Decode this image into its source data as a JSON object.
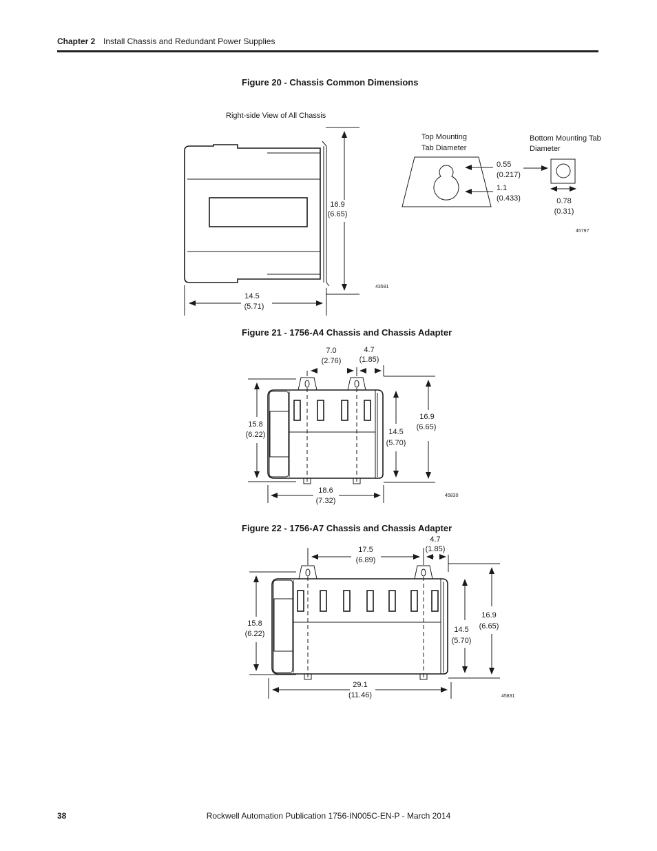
{
  "header": {
    "chapter": "Chapter 2",
    "title": "Install Chassis and Redundant Power Supplies"
  },
  "figure20": {
    "caption": "Figure 20 - Chassis Common Dimensions",
    "side_view_label": "Right-side View of All Chassis",
    "height_mm": "16.9",
    "height_in": "(6.65)",
    "depth_mm": "14.5",
    "depth_in": "(5.71)",
    "code1": "43591",
    "top_tab_label_line1": "Top Mounting",
    "top_tab_label_line2": "Tab Diameter",
    "bottom_tab_label_line1": "Bottom Mounting Tab",
    "bottom_tab_label_line2": "Diameter",
    "small_mm": "0.55",
    "small_in": "(0.217)",
    "large_mm": "1.1",
    "large_in": "(0.433)",
    "bottom_mm": "0.78",
    "bottom_in": "(0.31)",
    "code2": "45797"
  },
  "figure21": {
    "caption": "Figure 21 - 1756-A4 Chassis and Chassis Adapter",
    "spacing_mm": "7.0",
    "spacing_in": "(2.76)",
    "edge_mm": "4.7",
    "edge_in": "(1.85)",
    "height_mm": "15.8",
    "height_in": "(6.22)",
    "inner_mm": "14.5",
    "inner_in": "(5.70)",
    "overall_mm": "16.9",
    "overall_in": "(6.65)",
    "width_mm": "18.6",
    "width_in": "(7.32)",
    "code": "45830"
  },
  "figure22": {
    "caption": "Figure 22 - 1756-A7 Chassis and Chassis Adapter",
    "spacing_mm": "17.5",
    "spacing_in": "(6.89)",
    "edge_mm": "4.7",
    "edge_in": "(1.85)",
    "height_mm": "15.8",
    "height_in": "(6.22)",
    "inner_mm": "14.5",
    "inner_in": "(5.70)",
    "overall_mm": "16.9",
    "overall_in": "(6.65)",
    "width_mm": "29.1",
    "width_in": "(11.46)",
    "code": "45831"
  },
  "footer": {
    "page_number": "38",
    "publication": "Rockwell Automation Publication 1756-IN005C-EN-P - March 2014"
  }
}
